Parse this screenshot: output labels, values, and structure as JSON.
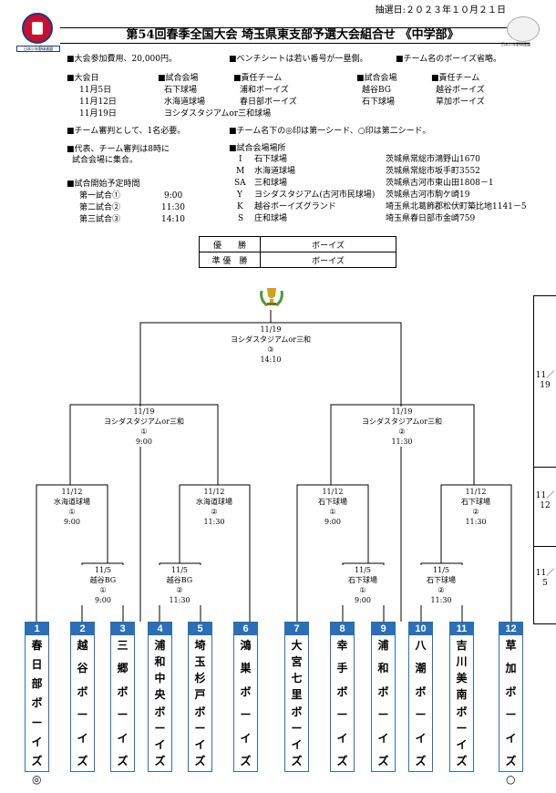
{
  "header": {
    "draw_date": "抽選日:２０２３年１０月２１日",
    "title": "第54回春季全国大会 埼玉県東支部予選大会組合せ 《中学部》",
    "logo_text": "日本少年野球連盟",
    "ball_text": "日本少年野球連盟"
  },
  "notes": {
    "fee": "■大会参加費用、20,000円。",
    "bench": "■ベンチシートは若い番号が一塁側。",
    "team_name": "■チーム名のボーイズ省略。",
    "umpire": "■チーム審判として、1名必要。",
    "seed_note": "■チーム名下の◎印は第一シード、○印は第二シード。",
    "meeting": [
      "■代表、チーム審判は8時に",
      "試合会場に集合。"
    ]
  },
  "schedule": {
    "h_date": "■大会日",
    "h_venue": "■試合会場",
    "h_resp": "■責任チーム",
    "h_venue2": "■試合会場",
    "h_resp2": "■責任チーム",
    "dates": [
      "11月5日",
      "11月12日",
      "11月19日"
    ],
    "venues": [
      "石下球場",
      "水海道球場",
      "ヨシダスタジアムor三和球場"
    ],
    "resp": [
      "浦和ボーイズ",
      "春日部ボーイズ"
    ],
    "venues2": [
      "越谷BG",
      "石下球場"
    ],
    "resp2": [
      "越谷ボーイズ",
      "草加ボーイズ"
    ]
  },
  "times": {
    "header": "■試合開始予定時間",
    "rows": [
      {
        "label": "第一試合①",
        "time": "9:00"
      },
      {
        "label": "第二試合②",
        "time": "11:30"
      },
      {
        "label": "第三試合③",
        "time": "14:10"
      }
    ]
  },
  "venue_list": {
    "header": "■試合会場場所",
    "rows": [
      {
        "code": "I",
        "name": "石下球場",
        "addr": "茨城県常総市鴻野山1670"
      },
      {
        "code": "M",
        "name": "水海道球場",
        "addr": "茨城県常総市坂手町3552"
      },
      {
        "code": "SA",
        "name": "三和球場",
        "addr": "茨城県古河市東山田1808－1"
      },
      {
        "code": "Y",
        "name": "ヨシダスタジアム(古河市民球場)",
        "addr": "茨城県古河市駒ケ崎19"
      },
      {
        "code": "K",
        "name": "越谷ボーイズグランド",
        "addr": "埼玉県北葛飾郡松伏町築比地1141－5"
      },
      {
        "code": "S",
        "name": "庄和球場",
        "addr": "埼玉県春日部市金崎759"
      }
    ]
  },
  "results": {
    "champion_label": "優　　勝",
    "champion": "ボーイズ",
    "runnerup_label": "準 優　勝",
    "runnerup": "ボーイズ"
  },
  "side_dates": [
    "11／19",
    "11／12",
    "11／5"
  ],
  "bracket": {
    "final": {
      "date": "11/19",
      "venue": "ヨシダスタジアムor三和",
      "no": "③",
      "time": "14:10"
    },
    "semis": [
      {
        "date": "11/19",
        "venue": "ヨシダスタジアムor三和",
        "no": "①",
        "time": "9:00"
      },
      {
        "date": "11/19",
        "venue": "ヨシダスタジアムor三和",
        "no": "②",
        "time": "11:30"
      }
    ],
    "quarters": [
      {
        "date": "11/12",
        "venue": "水海道球場",
        "no": "①",
        "time": "9:00"
      },
      {
        "date": "11/12",
        "venue": "水海道球場",
        "no": "②",
        "time": "11:30"
      },
      {
        "date": "11/12",
        "venue": "石下球場",
        "no": "①",
        "time": "9:00"
      },
      {
        "date": "11/12",
        "venue": "石下球場",
        "no": "②",
        "time": "11:30"
      }
    ],
    "firsts": [
      {
        "date": "11/5",
        "venue": "越谷BG",
        "no": "①",
        "time": "9:00"
      },
      {
        "date": "11/5",
        "venue": "越谷BG",
        "no": "②",
        "time": "11:30"
      },
      {
        "date": "11/5",
        "venue": "石下球場",
        "no": "①",
        "time": "9:00"
      },
      {
        "date": "11/5",
        "venue": "石下球場",
        "no": "②",
        "time": "11:30"
      }
    ]
  },
  "teams": [
    {
      "num": "1",
      "chars": [
        "春",
        "日",
        "部",
        "ボ",
        "ー",
        "イ",
        "ズ"
      ],
      "seed": "◎"
    },
    {
      "num": "2",
      "chars": [
        "越",
        "谷",
        "ボ",
        "ー",
        "イ",
        "ズ"
      ],
      "seed": ""
    },
    {
      "num": "3",
      "chars": [
        "三",
        "郷",
        "ボ",
        "ー",
        "イ",
        "ズ"
      ],
      "seed": ""
    },
    {
      "num": "4",
      "chars": [
        "浦",
        "和",
        "中",
        "央",
        "ボ",
        "ー",
        "イ",
        "ズ"
      ],
      "seed": ""
    },
    {
      "num": "5",
      "chars": [
        "埼",
        "玉",
        "杉",
        "戸",
        "ボ",
        "ー",
        "イ",
        "ズ"
      ],
      "seed": ""
    },
    {
      "num": "6",
      "chars": [
        "鴻",
        "巣",
        "ボ",
        "ー",
        "イ",
        "ズ"
      ],
      "seed": ""
    },
    {
      "num": "7",
      "chars": [
        "大",
        "宮",
        "七",
        "里",
        "ボ",
        "ー",
        "イ",
        "ズ"
      ],
      "seed": ""
    },
    {
      "num": "8",
      "chars": [
        "幸",
        "手",
        "ボ",
        "ー",
        "イ",
        "ズ"
      ],
      "seed": ""
    },
    {
      "num": "9",
      "chars": [
        "浦",
        "和",
        "ボ",
        "ー",
        "イ",
        "ズ"
      ],
      "seed": ""
    },
    {
      "num": "10",
      "chars": [
        "八",
        "潮",
        "ボ",
        "ー",
        "イ",
        "ズ"
      ],
      "seed": ""
    },
    {
      "num": "11",
      "chars": [
        "吉",
        "川",
        "美",
        "南",
        "ボ",
        "ー",
        "イ",
        "ズ"
      ],
      "seed": ""
    },
    {
      "num": "12",
      "chars": [
        "草",
        "加",
        "ボ",
        "ー",
        "イ",
        "ズ"
      ],
      "seed": "○"
    }
  ],
  "colors": {
    "accent": "#2a6fb8",
    "logo_red": "#c8102e"
  }
}
